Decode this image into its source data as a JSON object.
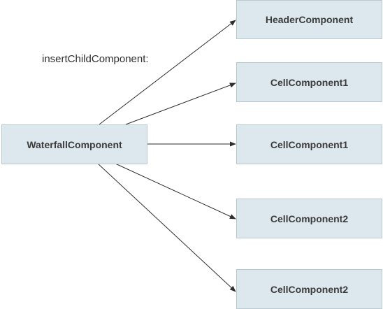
{
  "diagram": {
    "caption": "insertChildComponent:",
    "source": {
      "id": "waterfall",
      "label": "WaterfallComponent"
    },
    "targets": [
      {
        "id": "header",
        "label": "HeaderComponent"
      },
      {
        "id": "cell1a",
        "label": "CellComponent1"
      },
      {
        "id": "cell1b",
        "label": "CellComponent1"
      },
      {
        "id": "cell2a",
        "label": "CellComponent2"
      },
      {
        "id": "cell2b",
        "label": "CellComponent2"
      }
    ],
    "edges": [
      {
        "from": "waterfall",
        "to": "header"
      },
      {
        "from": "waterfall",
        "to": "cell1a"
      },
      {
        "from": "waterfall",
        "to": "cell1b"
      },
      {
        "from": "waterfall",
        "to": "cell2a"
      },
      {
        "from": "waterfall",
        "to": "cell2b"
      }
    ]
  }
}
